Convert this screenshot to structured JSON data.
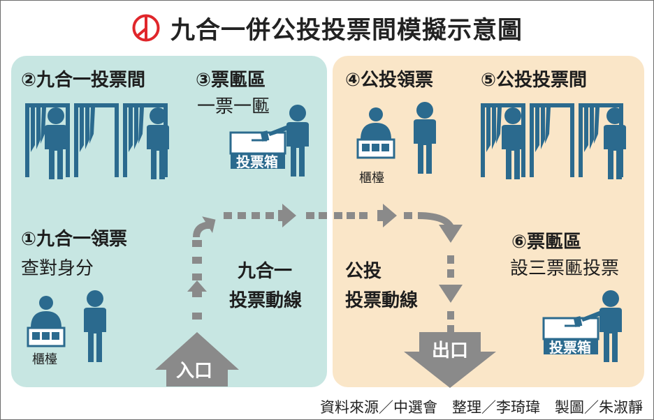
{
  "title": "九合一併公投投票間模擬示意圖",
  "logo_icon": "ballot-seal-icon",
  "colors": {
    "left_zone": "#c7e6e2",
    "right_zone": "#fae6c8",
    "figure": "#2b6a8e",
    "arrow": "#8a8a8a",
    "logo": "#e0262b"
  },
  "left": {
    "booths_label": "②九合一投票間",
    "box_area_label": "③票匭區",
    "box_area_sub": "一票一匭",
    "ballot_box_label": "投票箱",
    "collect_label": "①九合一領票",
    "collect_sub": "查對身分",
    "counter_label": "櫃檯",
    "route_label_1": "九合一",
    "route_label_2": "投票動線",
    "entrance_label": "入口"
  },
  "right": {
    "collect_label": "④公投領票",
    "counter_label": "櫃檯",
    "booths_label": "⑤公投投票間",
    "box_area_label": "⑥票匭區",
    "box_area_sub": "設三票匭投票",
    "ballot_box_label": "投票箱",
    "route_label_1": "公投",
    "route_label_2": "投票動線",
    "exit_label": "出口"
  },
  "credits": "資料來源／中選會　整理／李琦瑋　製圖／朱淑靜"
}
